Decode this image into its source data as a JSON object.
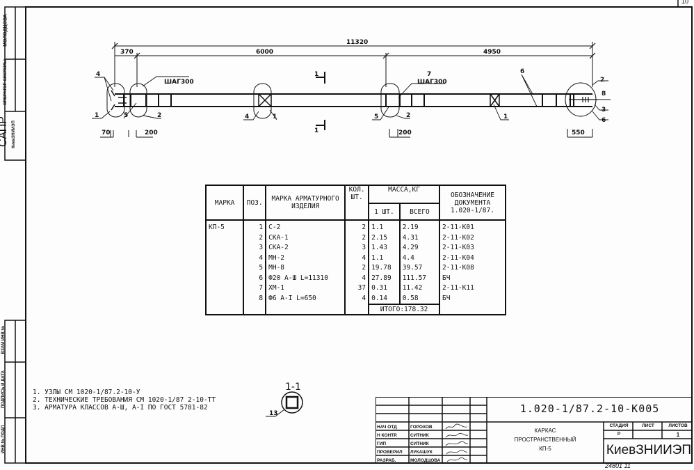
{
  "sheet_corner": "10",
  "side_stamp": {
    "operator_name": "МОЛОДЦОВА",
    "operator_label": "ОПЕРАТОР СИСТЕМЫ",
    "sapr": "САПР",
    "org": "КиевЗНИИЭП",
    "inv_zam": "ВЗАМ ИНВ №",
    "sign_date": "ПОДПИСЬ И ДАТА",
    "inv_podl": "ИНВ № ПОДЛ"
  },
  "drawing": {
    "dim_total": "11320",
    "dim_370": "370",
    "dim_6000": "6000",
    "dim_4950": "4950",
    "dim_70": "70",
    "dim_200a": "200",
    "dim_200b": "200",
    "dim_550": "550",
    "step_a": "ШАГ300",
    "step_b": "ШАГ300",
    "section_mark": "1",
    "callouts": [
      "4",
      "1",
      "5",
      "2",
      "4",
      "1",
      "7",
      "5",
      "2",
      "6",
      "1",
      "2",
      "8",
      "3",
      "6"
    ],
    "section_title": "1-1",
    "section_callout": "13"
  },
  "spec_table": {
    "headers": {
      "mark": "МАРКА",
      "pos": "ПОЗ.",
      "item_mark": "МАРКА АРМАТУРНОГО ИЗДЕЛИЯ",
      "qty": "КОЛ. ШТ.",
      "mass": "МАССА,КГ",
      "mass_one": "1 ШТ.",
      "mass_total": "ВСЕГО",
      "doc": "ОБОЗНАЧЕНИЕ ДОКУМЕНТА 1.020-1/87."
    },
    "mark": "КП-5",
    "rows": [
      {
        "pos": "1",
        "item": "С-2",
        "qty": "2",
        "one": "1.1",
        "total": "2.19",
        "doc": "2-11-К01"
      },
      {
        "pos": "2",
        "item": "СКА-1",
        "qty": "2",
        "one": "2.15",
        "total": "4.31",
        "doc": "2-11-К02"
      },
      {
        "pos": "3",
        "item": "СКА-2",
        "qty": "3",
        "one": "1.43",
        "total": "4.29",
        "doc": "2-11-К03"
      },
      {
        "pos": "4",
        "item": "МН-2",
        "qty": "4",
        "one": "1.1",
        "total": "4.4",
        "doc": "2-11-К04"
      },
      {
        "pos": "5",
        "item": "МН-8",
        "qty": "2",
        "one": "19.78",
        "total": "39.57",
        "doc": "2-11-К08"
      },
      {
        "pos": "6",
        "item": "Ф20 А-Ш L=11310",
        "qty": "4",
        "one": "27.89",
        "total": "111.57",
        "doc": "БЧ"
      },
      {
        "pos": "7",
        "item": "ХМ-1",
        "qty": "37",
        "one": "0.31",
        "total": "11.42",
        "doc": "2-11-К11"
      },
      {
        "pos": "8",
        "item": "Ф6 А-I L=650",
        "qty": "4",
        "one": "0.14",
        "total": "0.58",
        "doc": "БЧ"
      }
    ],
    "total": "ИТОГО:178.32"
  },
  "notes": [
    "1. УЗЛЫ СМ 1020-1/87.2-10-У",
    "2. ТЕХНИЧЕСКИЕ ТРЕБОВАНИЯ СМ 1020-1/87 2-10-ТТ",
    "3. АРМАТУРА КЛАССОВ А-Ш, А-I ПО ГОСТ 5781-82"
  ],
  "title_block": {
    "code": "1.020-1/87.2-10-К005",
    "title": [
      "КАРКАС",
      "ПРОСТРАНСТВЕННЫЙ",
      "КП-5"
    ],
    "stage_label": "СТАДИЯ",
    "sheet_label": "ЛИСТ",
    "sheets_label": "ЛИСТОВ",
    "stage": "Р",
    "sheets": "1",
    "org": "КиевЗНИИЭП",
    "people": [
      {
        "role": "НАЧ ОТД",
        "name": "ГОРОХОВ"
      },
      {
        "role": "Н КОНТР.",
        "name": "СИТНИК"
      },
      {
        "role": "ГИП",
        "name": "СИТНИК"
      },
      {
        "role": "ПРОВЕРИЛ",
        "name": "ЛУКАШУК"
      },
      {
        "role": "РАЗРАБ.",
        "name": "МОЛОДЦОВА"
      }
    ],
    "archive_no": "24801  11"
  }
}
